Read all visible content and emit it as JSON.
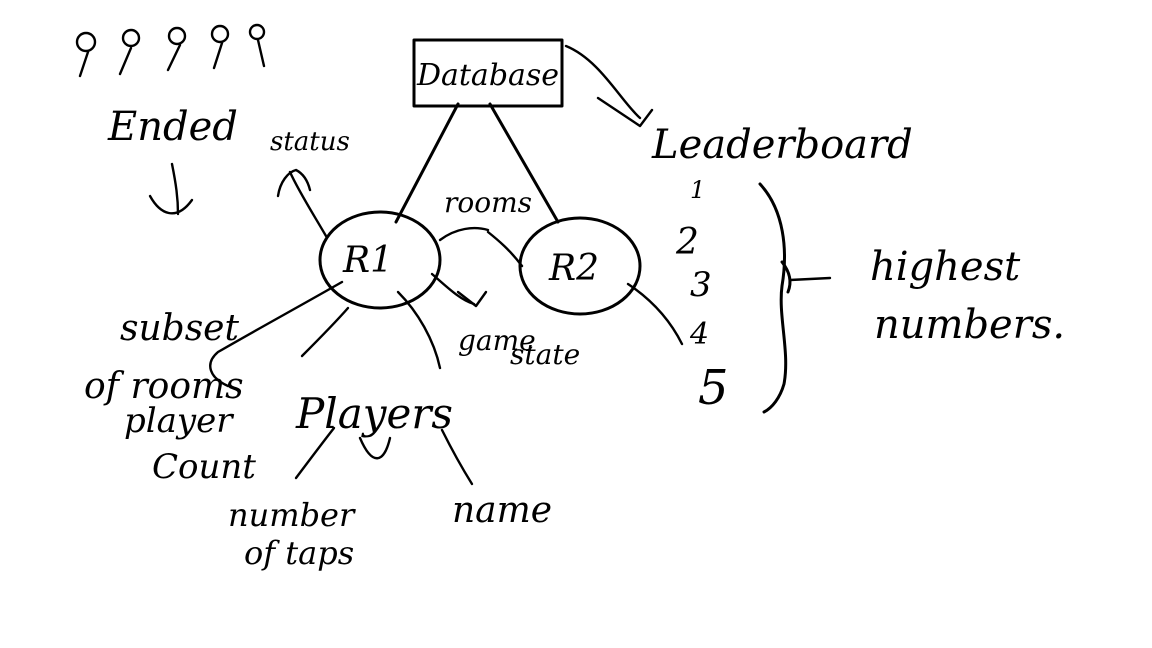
{
  "diagram": {
    "database_label": "Database",
    "leaderboard_label": "Leaderboard",
    "room_nodes": [
      "R1",
      "R2"
    ],
    "rooms_label": "rooms",
    "status_label": "status",
    "game_state_label": "game state",
    "ended_label": "Ended",
    "subset_label": "subset of rooms",
    "player_count_label": "player Count",
    "players_label": "Players",
    "number_of_taps_label": "number of taps",
    "name_label": "name",
    "rank_numbers": [
      "1",
      "2",
      "3",
      "4",
      "5"
    ],
    "highest_numbers_label": "highest numbers."
  }
}
